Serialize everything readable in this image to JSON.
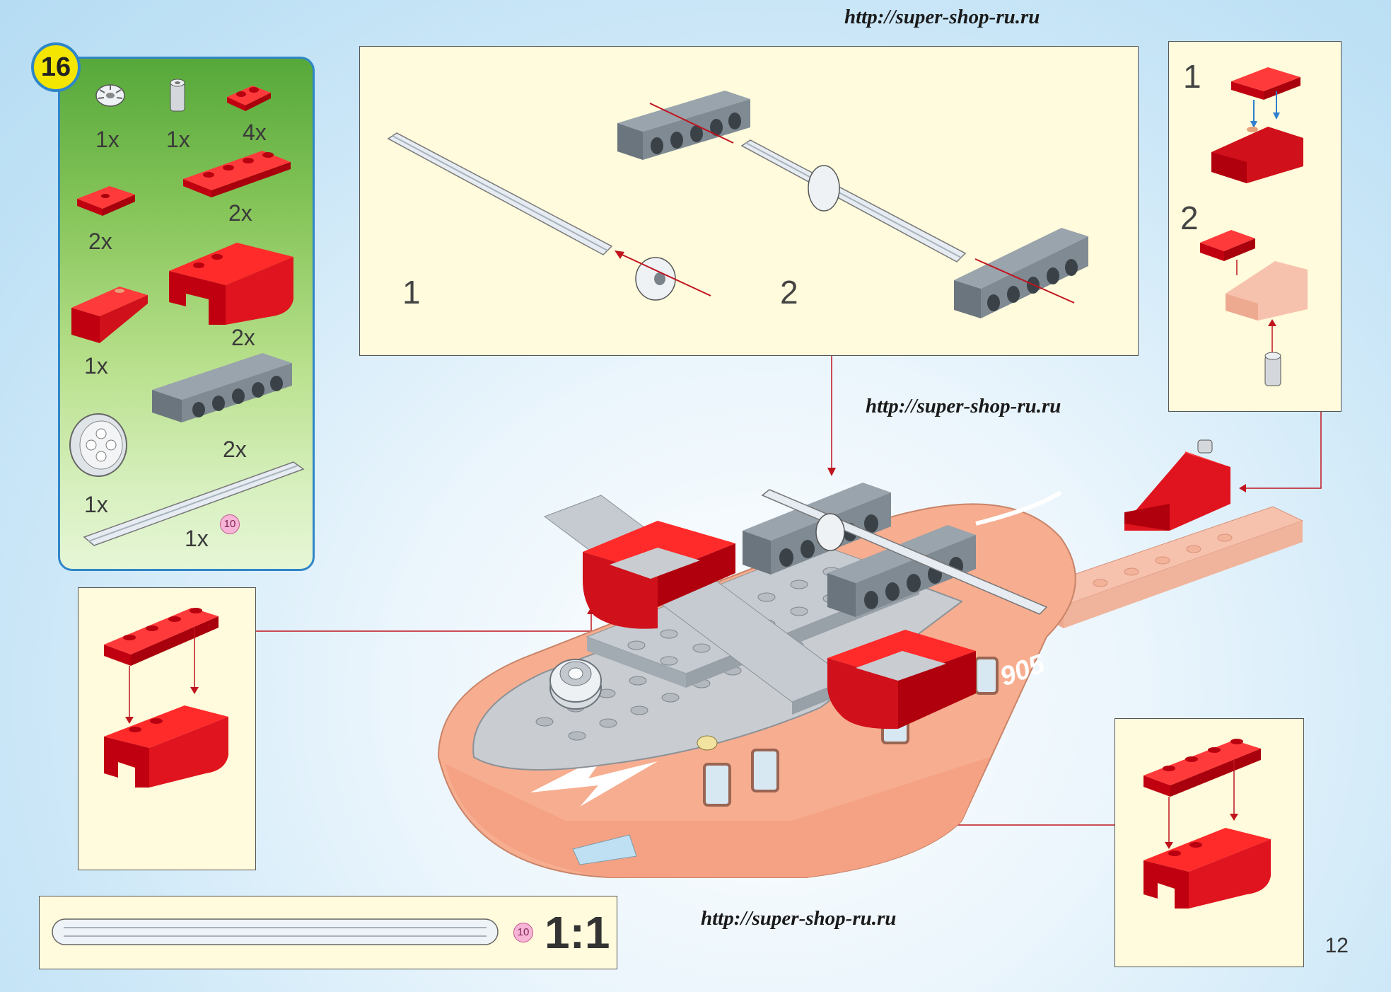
{
  "step_number": "16",
  "watermark_url": "http://super-shop-ru.ru",
  "page_number": "12",
  "parts_list": [
    {
      "part": "gear",
      "qty": "1x"
    },
    {
      "part": "pin",
      "qty": "1x"
    },
    {
      "part": "plate-1x2",
      "qty": "4x"
    },
    {
      "part": "plate-1x4",
      "qty": "2x"
    },
    {
      "part": "tile-1x2",
      "qty": "2x"
    },
    {
      "part": "curved-brick",
      "qty": "2x"
    },
    {
      "part": "slope",
      "qty": "1x"
    },
    {
      "part": "technic-beam",
      "qty": "2x"
    },
    {
      "part": "wheel",
      "qty": "1x"
    },
    {
      "part": "axle",
      "qty": "1x"
    }
  ],
  "axle_length_badge": "10",
  "sub_steps": {
    "center_panel": [
      "1",
      "2"
    ],
    "right_panel": [
      "1",
      "2"
    ]
  },
  "scale_label": "1:1",
  "helicopter_number": "905",
  "colors": {
    "red": "#e0141e",
    "gray": "#7f8a93",
    "axle": "#dfe6ef",
    "salmon": "#f7ad8f",
    "badge_yellow": "#f4e600",
    "badge_border": "#2f86c8",
    "panel": "#fffbdc"
  }
}
